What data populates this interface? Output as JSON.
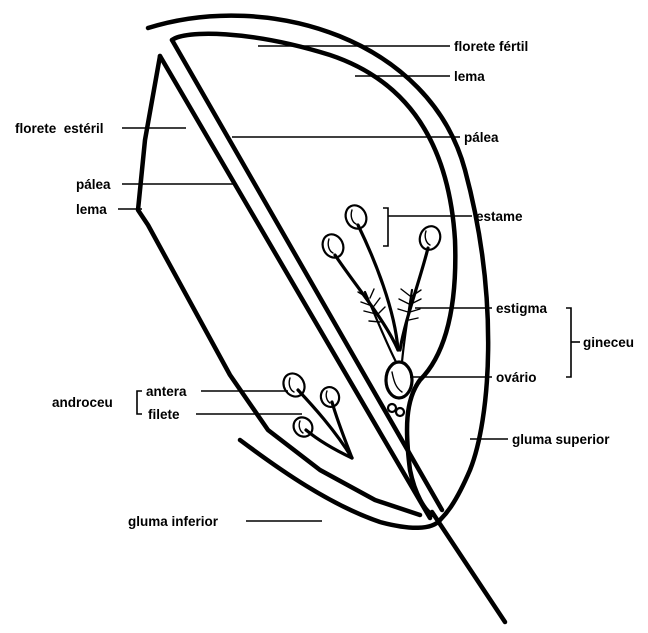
{
  "labels": {
    "florete_fertil": "florete fértil",
    "lema_fertil": "lema",
    "florete_esteril": "florete  estéril",
    "palea_fertil": "pálea",
    "palea_esteril": "pálea",
    "lema_esteril": "lema",
    "estame": "estame",
    "estigma": "estigma",
    "gineceu": "gineceu",
    "ovario": "ovário",
    "androceu": "androceu",
    "antera": "antera",
    "filete": "filete",
    "gluma_superior": "gluma superior",
    "gluma_inferior": "gluma inferior"
  },
  "colors": {
    "ink": "#000000",
    "background": "#ffffff"
  }
}
